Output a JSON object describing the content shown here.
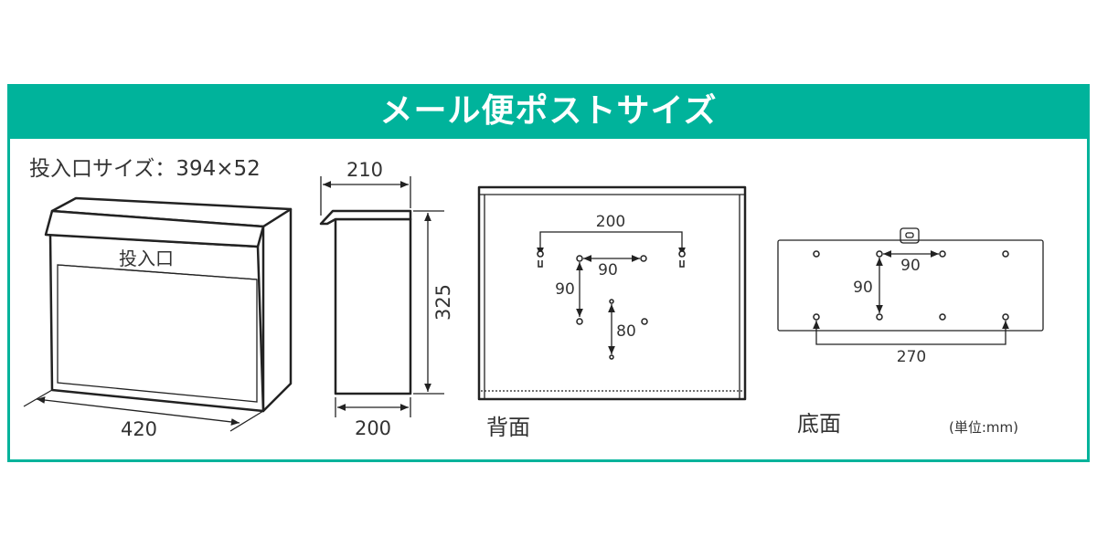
{
  "title": "メール便ポストサイズ",
  "slot_size_label": "投入口サイズ：394×52",
  "front": {
    "slot_label": "投入口",
    "width": "420"
  },
  "side": {
    "top_depth": "210",
    "height": "325",
    "bottom_depth": "200"
  },
  "back": {
    "label": "背面",
    "keyhole_spacing": "200",
    "hole_h_spacing": "90",
    "hole_v_spacing": "90",
    "small_hole_spacing": "80"
  },
  "bottom": {
    "label": "底面",
    "h_spacing": "90",
    "v_spacing": "90",
    "outer_spacing": "270"
  },
  "unit_label": "(単位:mm)",
  "colors": {
    "accent": "#00b39b"
  }
}
